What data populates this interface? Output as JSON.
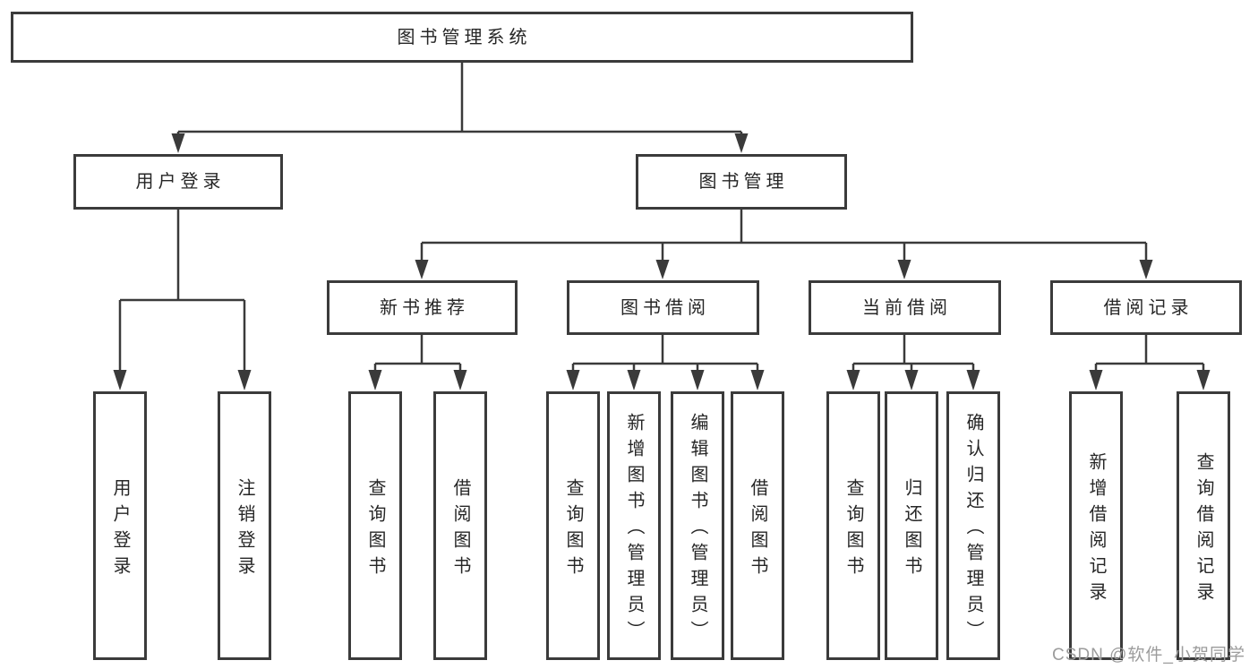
{
  "tree": {
    "root": {
      "label": "图书管理系统",
      "children": [
        {
          "label": "用户登录",
          "children": [
            {
              "label": "用户登录"
            },
            {
              "label": "注销登录"
            }
          ]
        },
        {
          "label": "图书管理",
          "children": [
            {
              "label": "新书推荐",
              "children": [
                {
                  "label": "查询图书"
                },
                {
                  "label": "借阅图书"
                }
              ]
            },
            {
              "label": "图书借阅",
              "children": [
                {
                  "label": "查询图书"
                },
                {
                  "label": "新增图书（管理员）"
                },
                {
                  "label": "编辑图书（管理员）"
                },
                {
                  "label": "借阅图书"
                }
              ]
            },
            {
              "label": "当前借阅",
              "children": [
                {
                  "label": "查询图书"
                },
                {
                  "label": "归还图书"
                },
                {
                  "label": "确认归还（管理员）"
                }
              ]
            },
            {
              "label": "借阅记录",
              "children": [
                {
                  "label": "新增借阅记录"
                },
                {
                  "label": "查询借阅记录"
                }
              ]
            }
          ]
        }
      ]
    }
  },
  "watermark": "CSDN @软件_小贺同学",
  "colors": {
    "line": "#3a3a3a",
    "box_border": "#3b3b3b",
    "text": "#262626",
    "watermark_text": "#9c9c9c",
    "background": "#ffffff"
  }
}
